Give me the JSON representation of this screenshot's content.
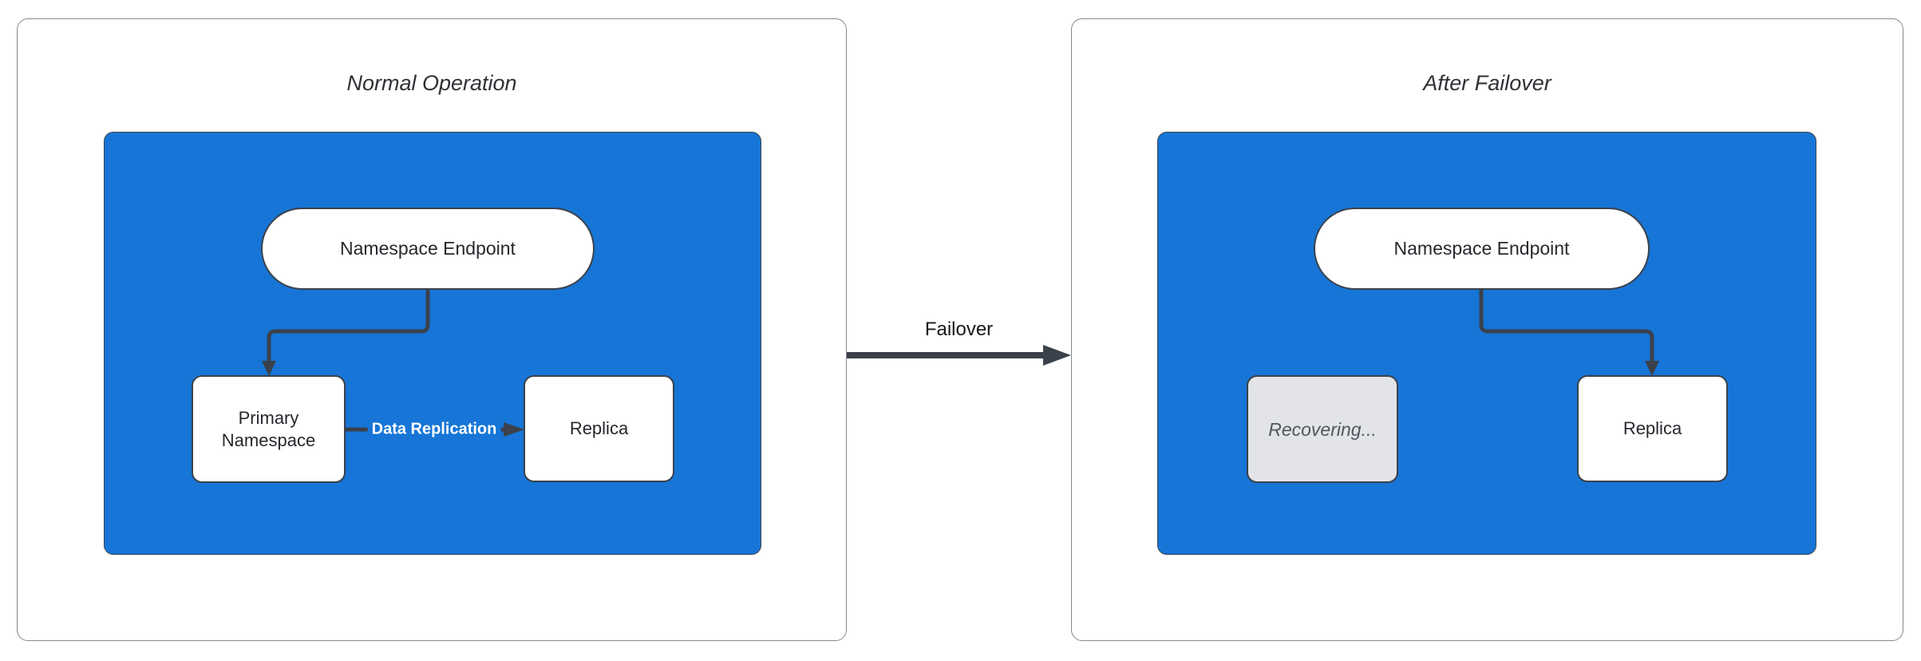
{
  "colors": {
    "canvas_bg": "#ffffff",
    "panel_fill": "#ffffff",
    "panel_border": "#86898e",
    "container_fill": "#1675d6",
    "container_border": "#3f454e",
    "stroke_dark": "#3b414b",
    "node_fill": "#ffffff",
    "node_border": "#3b414b",
    "node_text": "#26282d",
    "title_text": "#2e3136",
    "transition_text": "#17191d",
    "recovering_fill": "#e2e4e7",
    "recovering_text": "#51575f",
    "edge_label_text": "#ffffff"
  },
  "panels": [
    {
      "title": "Normal Operation",
      "endpoint_label": "Namespace Endpoint",
      "primary_label": "Primary Namespace",
      "replica_label": "Replica",
      "replication_label": "Data Replication"
    },
    {
      "title": "After Failover",
      "endpoint_label": "Namespace Endpoint",
      "recovering_label": "Recovering...",
      "replica_label": "Replica"
    }
  ],
  "transition": {
    "label": "Failover"
  }
}
